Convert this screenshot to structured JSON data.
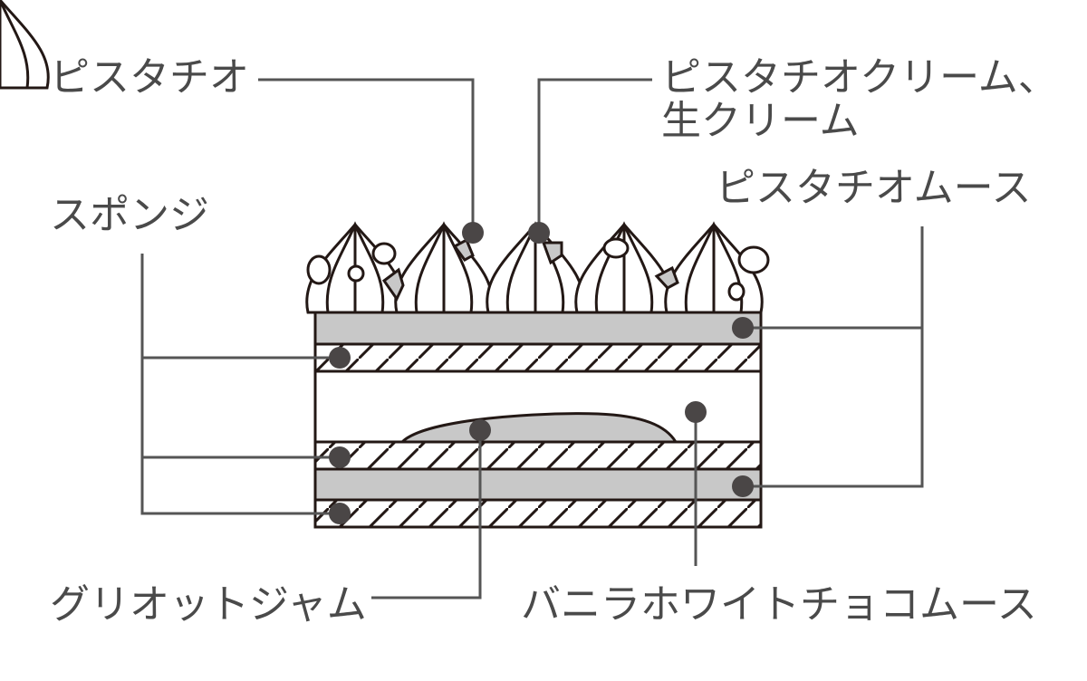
{
  "labels": {
    "pistachio": "ピスタチオ",
    "pistachio_cream_line1": "ピスタチオクリーム、",
    "pistachio_cream_line2": "生クリーム",
    "pistachio_mousse": "ピスタチオムース",
    "sponge": "スポンジ",
    "griotte_jam": "グリオットジャム",
    "vanilla_white_choco_mousse": "バニラホワイトチョコムース"
  },
  "colors": {
    "layer_gray": "#c8c8c8",
    "outline": "#231815",
    "leader": "#555555",
    "text": "#4a4a4a"
  }
}
